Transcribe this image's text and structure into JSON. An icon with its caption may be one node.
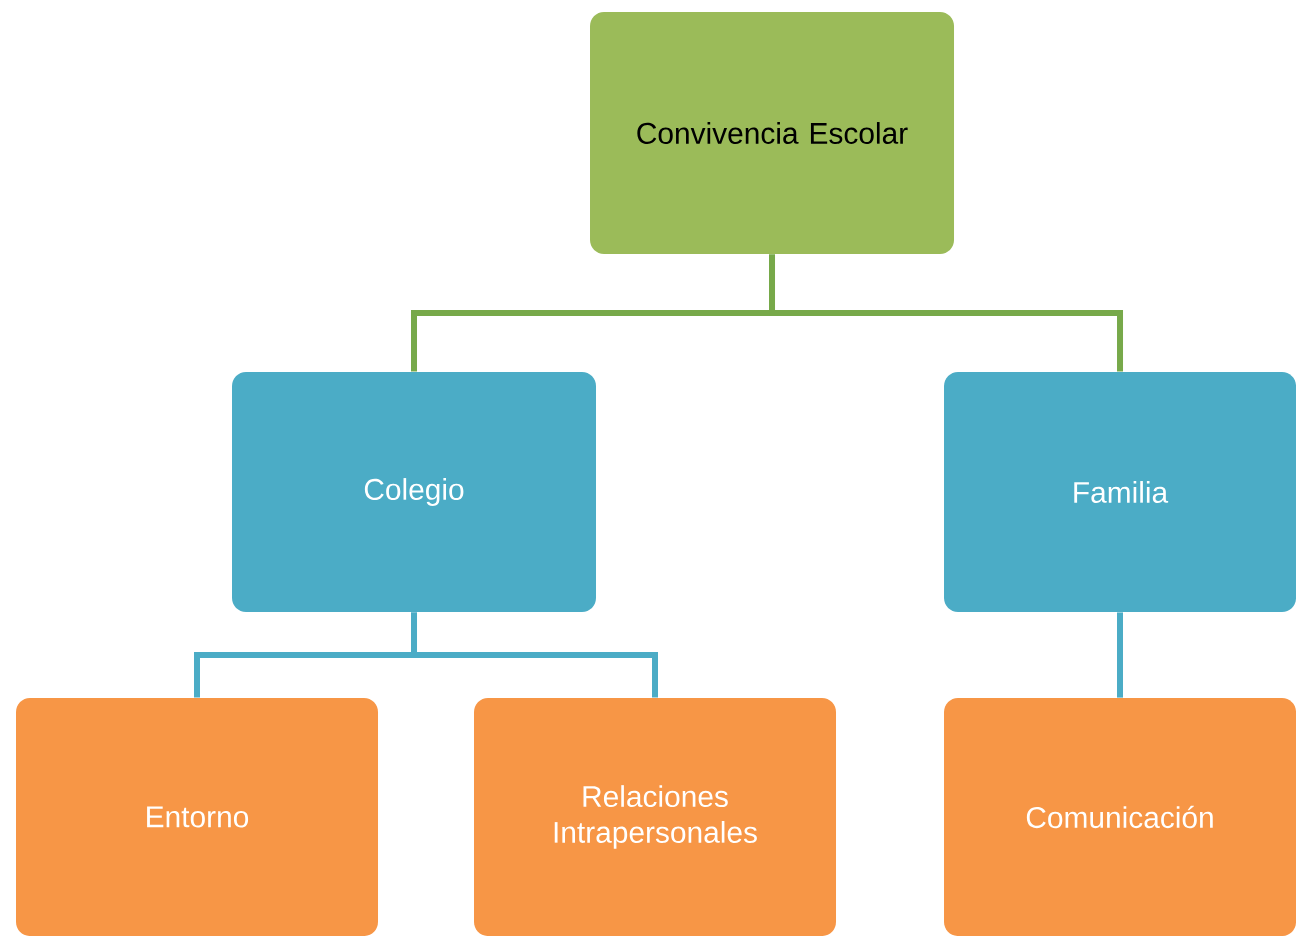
{
  "diagram": {
    "nodes": [
      {
        "text": [
          "Convivencia Escolar"
        ]
      },
      {
        "text": [
          "Colegio"
        ]
      },
      {
        "text": [
          "Familia"
        ]
      },
      {
        "text": [
          "Entorno"
        ]
      },
      {
        "text": [
          "Relaciones Intrapersonales"
        ]
      },
      {
        "text": [
          "Comunicación"
        ]
      }
    ],
    "edges": [
      {
        "from": 0,
        "to": 1,
        "arrow": "none",
        "color": "#77a94a"
      },
      {
        "from": 0,
        "to": 2,
        "arrow": "none",
        "color": "#77a94a"
      },
      {
        "from": 1,
        "to": 3,
        "arrow": "none"
      },
      {
        "from": 1,
        "to": 4,
        "arrow": "none"
      },
      {
        "from": 2,
        "to": 5,
        "arrow": "none"
      }
    ]
  }
}
